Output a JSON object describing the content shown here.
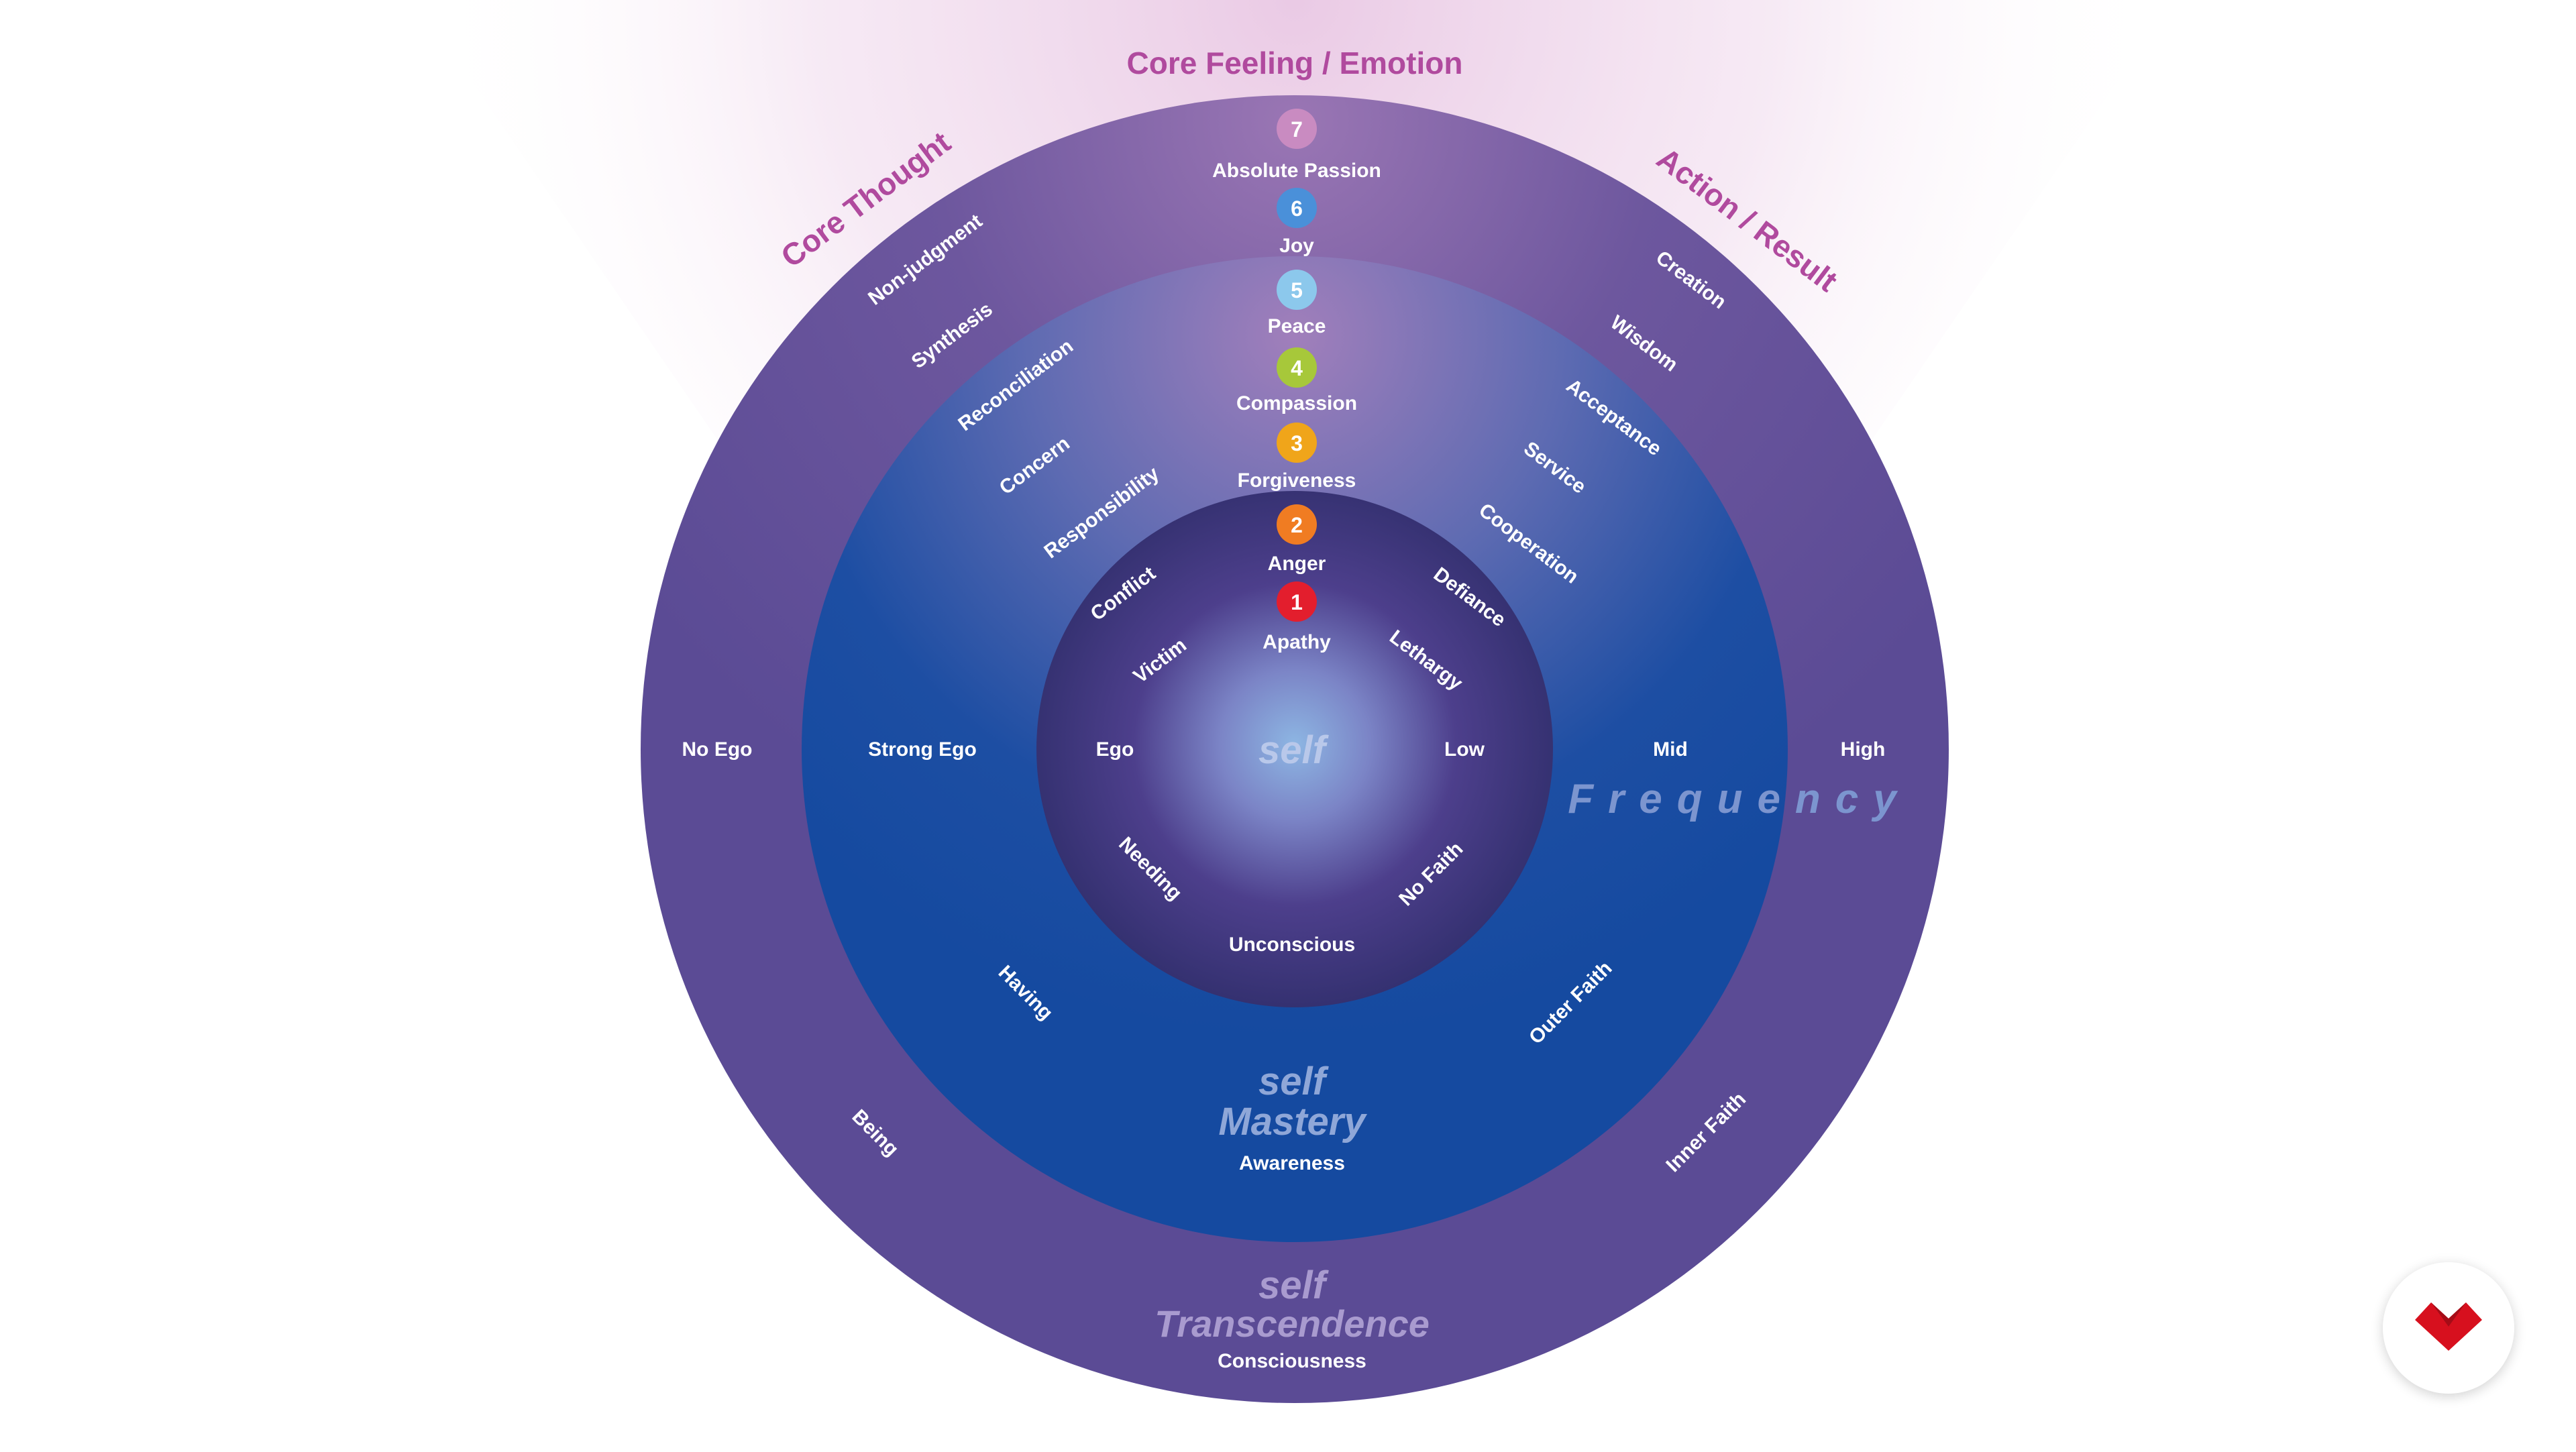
{
  "headers": {
    "core_feeling": "Core Feeling / Emotion",
    "core_thought": "Core Thought",
    "action_result": "Action / Result"
  },
  "levels": [
    {
      "number": "7",
      "name": "Absolute Passion",
      "color": "#c98bc1"
    },
    {
      "number": "6",
      "name": "Joy",
      "color": "#4a90d9"
    },
    {
      "number": "5",
      "name": "Peace",
      "color": "#8cc8ec"
    },
    {
      "number": "4",
      "name": "Compassion",
      "color": "#a7c83a"
    },
    {
      "number": "3",
      "name": "Forgiveness",
      "color": "#f0a51a"
    },
    {
      "number": "2",
      "name": "Anger",
      "color": "#f07c22"
    },
    {
      "number": "1",
      "name": "Apathy",
      "color": "#e31e2d"
    }
  ],
  "core_thoughts": [
    "Non-judgment",
    "Synthesis",
    "Reconciliation",
    "Concern",
    "Responsibility",
    "Conflict",
    "Victim"
  ],
  "actions": [
    "Creation",
    "Wisdom",
    "Acceptance",
    "Service",
    "Cooperation",
    "Defiance",
    "Lethargy"
  ],
  "ego_scale": {
    "outer": "No Ego",
    "middle": "Strong Ego",
    "inner": "Ego"
  },
  "frequency_scale": {
    "inner": "Low",
    "middle": "Mid",
    "outer": "High",
    "label": "Frequency"
  },
  "faith": {
    "inner": "No Faith",
    "middle": "Outer Faith",
    "outer": "Inner Faith"
  },
  "states": {
    "inner": "Needing",
    "middle": "Having",
    "outer": "Being"
  },
  "rings": {
    "inner": {
      "title": "self",
      "subtitle": "",
      "caption": "Unconscious"
    },
    "middle": {
      "title": "self",
      "subtitle": "Mastery",
      "caption": "Awareness"
    },
    "outer": {
      "title": "self",
      "subtitle": "Transcendence",
      "caption": "Consciousness"
    }
  },
  "colors": {
    "outer_ring": "#5e4d98",
    "middle_ring": "#1a4ea2",
    "inner_ring": "#3a347c",
    "accent_text": "#b04a9e",
    "logo": "#d7101e"
  },
  "logo": {
    "icon": "heart-logo-icon"
  }
}
